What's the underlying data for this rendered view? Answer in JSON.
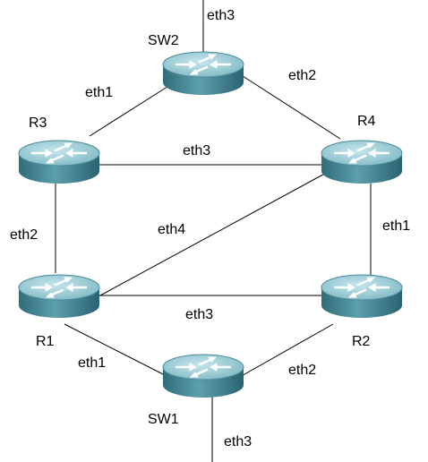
{
  "nodes": {
    "sw2": {
      "label": "SW2"
    },
    "r3": {
      "label": "R3"
    },
    "r4": {
      "label": "R4"
    },
    "r1": {
      "label": "R1"
    },
    "r2": {
      "label": "R2"
    },
    "sw1": {
      "label": "SW1"
    }
  },
  "links": {
    "sw2_uplink": "eth3",
    "r3_sw2": "eth1",
    "sw2_r4": "eth2",
    "r3_r4": "eth3",
    "r3_r1": "eth2",
    "r1_r4": "eth4",
    "r4_r2": "eth1",
    "r1_r2": "eth3",
    "r1_sw1": "eth1",
    "r2_sw1": "eth2",
    "sw1_uplink": "eth3"
  },
  "colors": {
    "device_top": "#8fc5cf",
    "device_side": "#3d7e8c",
    "device_arrow": "#ffffff",
    "line": "#000000"
  }
}
